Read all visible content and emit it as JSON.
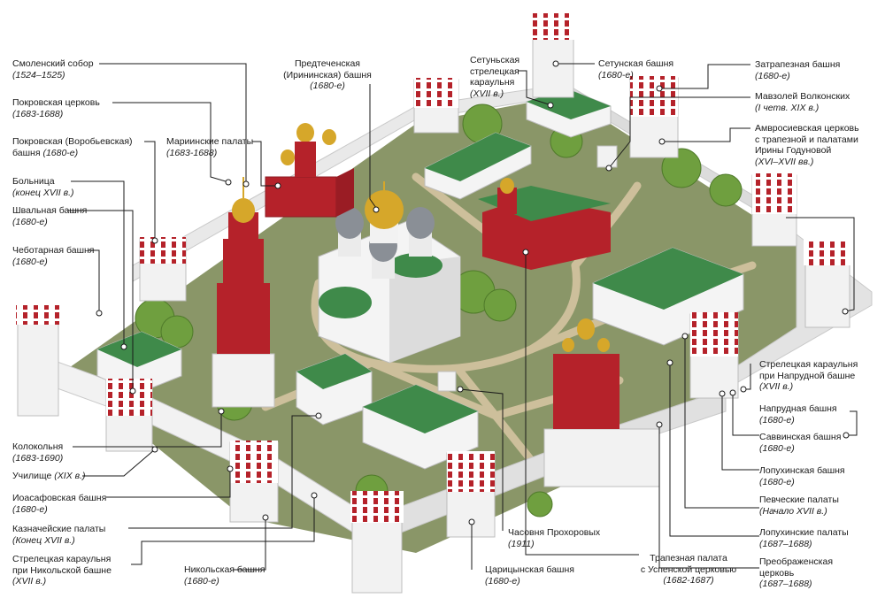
{
  "colors": {
    "wall": "#eeeeee",
    "wall_shade": "#cfcfcf",
    "red": "#b5222a",
    "green_roof": "#3f8a4a",
    "ground": "#8a9668",
    "path": "#cdbf9b",
    "gold": "#d6a72a",
    "leader": "#1a1a1a"
  },
  "labels": {
    "smolensky": {
      "name": "Смоленский собор",
      "date": "(1524–1525)"
    },
    "pokrovskaya_church": {
      "name": "Покровская церковь",
      "date": "(1683-1688)"
    },
    "pokrovskaya_tower": {
      "name": "Покровская (Воробьевская)",
      "name2": "башня",
      "date": "(1680-е)"
    },
    "bolnitsa": {
      "name": "Больница",
      "date": "(конец XVII в.)"
    },
    "shvalnaya": {
      "name": "Швальная башня",
      "date": "(1680-е)"
    },
    "chebotarnaya": {
      "name": "Чеботарная башня",
      "date": "(1680-е)"
    },
    "mariinskie": {
      "name": "Мариинские палаты",
      "date": "(1683-1688)"
    },
    "predtechenskaya": {
      "name": "Предтеченская",
      "name2": "(Ирининская) башня",
      "date": "(1680-е)"
    },
    "setunskaya_guard": {
      "name": "Сетуньская",
      "name2": "стрелецкая",
      "name3": "караульня",
      "date": "(XVII в.)"
    },
    "setunskaya_tower": {
      "name": "Сетунская башня",
      "date": "(1680-е)"
    },
    "zatrapeznaya": {
      "name": "Затрапезная башня",
      "date": "(1680-е)"
    },
    "volkonsky": {
      "name": "Мавзолей Волконских",
      "date": "(I четв. XIX в.)"
    },
    "ambrosievskaya": {
      "name": "Амвросиевская церковь",
      "name2": "с трапезной и палатами",
      "name3": "Ирины Годуновой",
      "date": "(XVI–XVII вв.)"
    },
    "naprudnaya_guard": {
      "name": "Стрелецкая караульня",
      "name2": "при Напрудной башне",
      "date": "(XVII в.)"
    },
    "naprudnaya_tower": {
      "name": "Напрудная башня",
      "date": "(1680-е)"
    },
    "savvinskaya": {
      "name": "Саввинская башня",
      "date": "(1680-е)"
    },
    "lopukhinskaya_tower": {
      "name": "Лопухинская башня",
      "date": "(1680-е)"
    },
    "pevcheskie": {
      "name": "Певческие палаты",
      "date": "(Начало XVII в.)"
    },
    "lopukhinskie_chambers": {
      "name": "Лопухинские палаты",
      "date": "(1687–1688)"
    },
    "preobrazhenskaya": {
      "name": "Преображенская",
      "name2": "церковь",
      "date": "(1687–1688)"
    },
    "trapeznaya": {
      "name": "Трапезная палата",
      "name2": "с Успенской церковью",
      "date": "(1682-1687)"
    },
    "tsaritsynskaya": {
      "name": "Царицынская башня",
      "date": "(1680-е)"
    },
    "prokhorov": {
      "name": "Часовня Прохоровых",
      "date": "(1911)"
    },
    "nikolskaya": {
      "name": "Никольская башня",
      "date": "(1680-е)"
    },
    "nikolskaya_guard": {
      "name": "Стрелецкая караульня",
      "name2": "при Никольской башне",
      "date": "(XVII в.)"
    },
    "kaznacheyskie": {
      "name": "Казначейские палаты",
      "date": "(Конец XVII в.)"
    },
    "ioasafovskaya": {
      "name": "Иоасафовская башня",
      "date": "(1680-е)"
    },
    "uchilishche": {
      "name": "Училище",
      "date": "(XIX в.)"
    },
    "kolokolnya": {
      "name": "Колокольня",
      "date": "(1683-1690)"
    }
  }
}
